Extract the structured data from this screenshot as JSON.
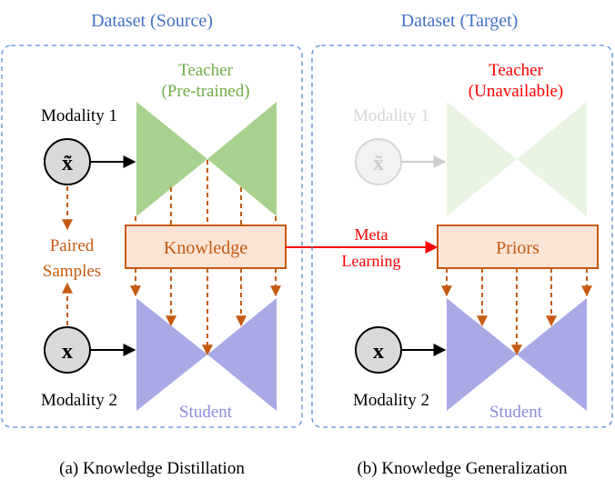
{
  "panel_a": {
    "header": "Dataset (Source)",
    "teacher_line1": "Teacher",
    "teacher_line2": "(Pre-trained)",
    "modality1": "Modality 1",
    "modality2": "Modality 2",
    "input_top": "x̃",
    "input_bottom": "x",
    "paired_line1": "Paired",
    "paired_line2": "Samples",
    "knowledge": "Knowledge",
    "student": "Student",
    "caption": "(a) Knowledge Distillation"
  },
  "panel_b": {
    "header": "Dataset (Target)",
    "teacher_line1": "Teacher",
    "teacher_line2": "(Unavailable)",
    "modality1": "Modality 1",
    "modality2": "Modality 2",
    "input_top": "x̃",
    "input_bottom": "x",
    "priors": "Priors",
    "student": "Student",
    "caption": "(b) Knowledge Generalization"
  },
  "link": {
    "line1": "Meta",
    "line2": "Learning"
  },
  "colors": {
    "header_blue": "#4472c4",
    "teacher_green": "#a9d18e",
    "teacher_green_faded": "#eaf4e2",
    "teacher_label_green": "#70ad47",
    "student_purple": "#a9a9e6",
    "student_label_purple": "#8c8cdc",
    "orange": "#c55a11",
    "knowledge_fill": "#fbe3d6",
    "red": "#ff0000",
    "border_dashed": "#5b8bd0",
    "faded_gray": "#d6d6d6"
  }
}
